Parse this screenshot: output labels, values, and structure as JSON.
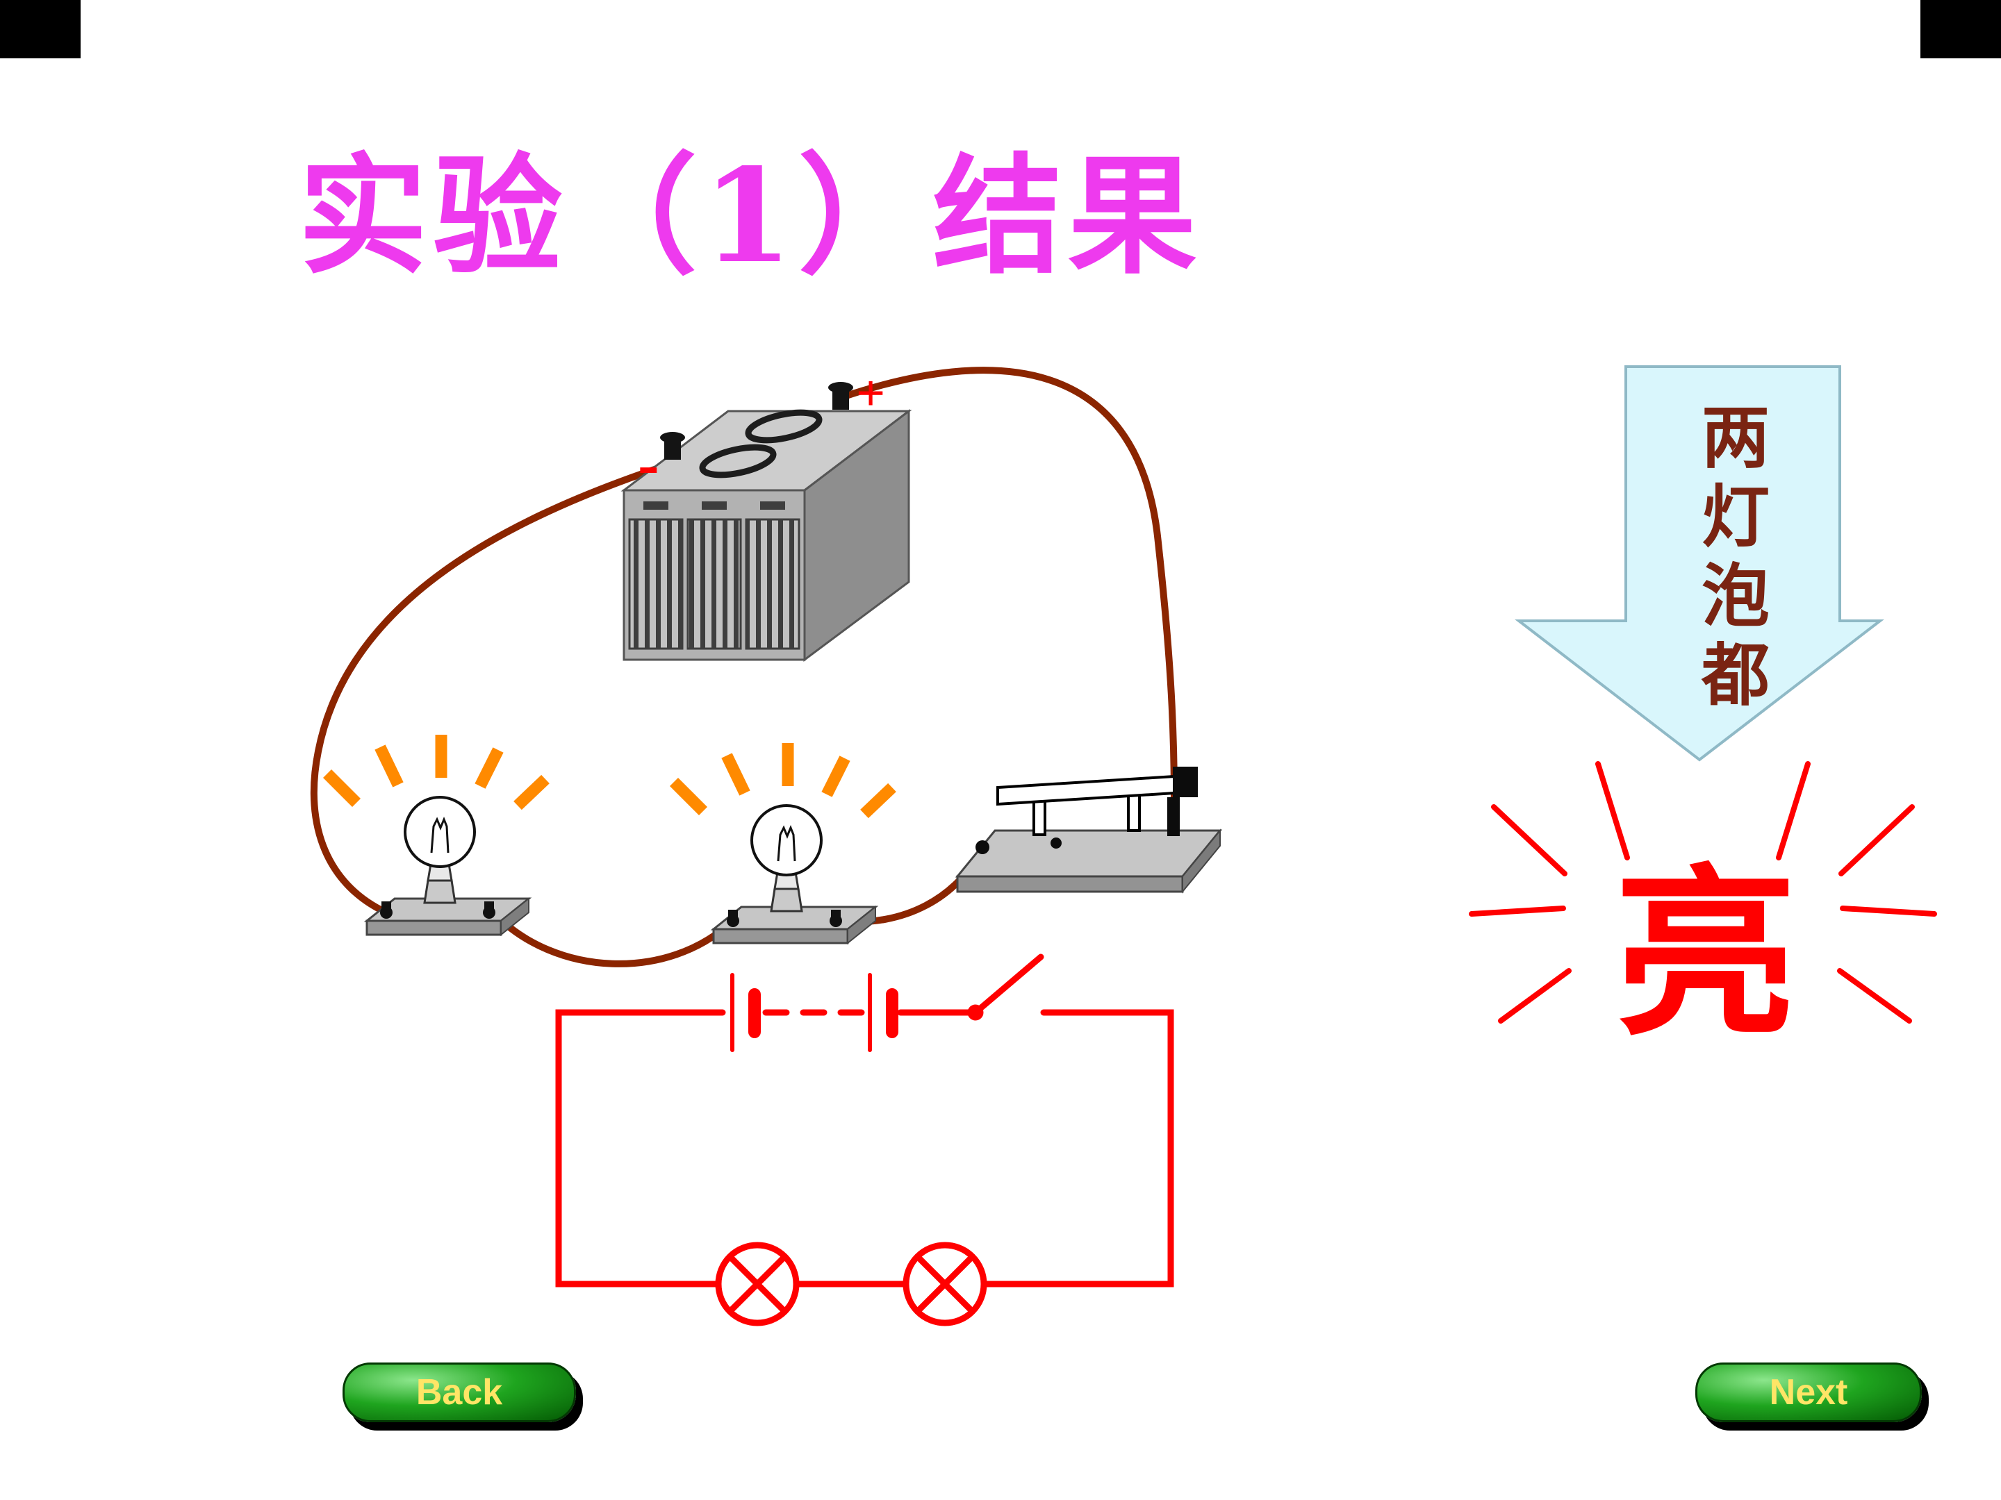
{
  "slide": {
    "title": "实验（1）结果",
    "battery": {
      "plus_label": "+",
      "minus_label": "-"
    },
    "callout": {
      "text": "两灯泡都"
    },
    "result": {
      "text": "亮"
    },
    "nav": {
      "back_label": "Back",
      "next_label": "Next"
    },
    "colors": {
      "title_magenta": "#EE3AEE",
      "wire_dark_red": "#8B2500",
      "schematic_red": "#FF0000",
      "ray_orange": "#FF8A00",
      "arrow_fill": "#D9F6FC",
      "callout_text": "#7A2412",
      "button_green": "#1FA51F",
      "button_text": "#FFE566"
    }
  }
}
